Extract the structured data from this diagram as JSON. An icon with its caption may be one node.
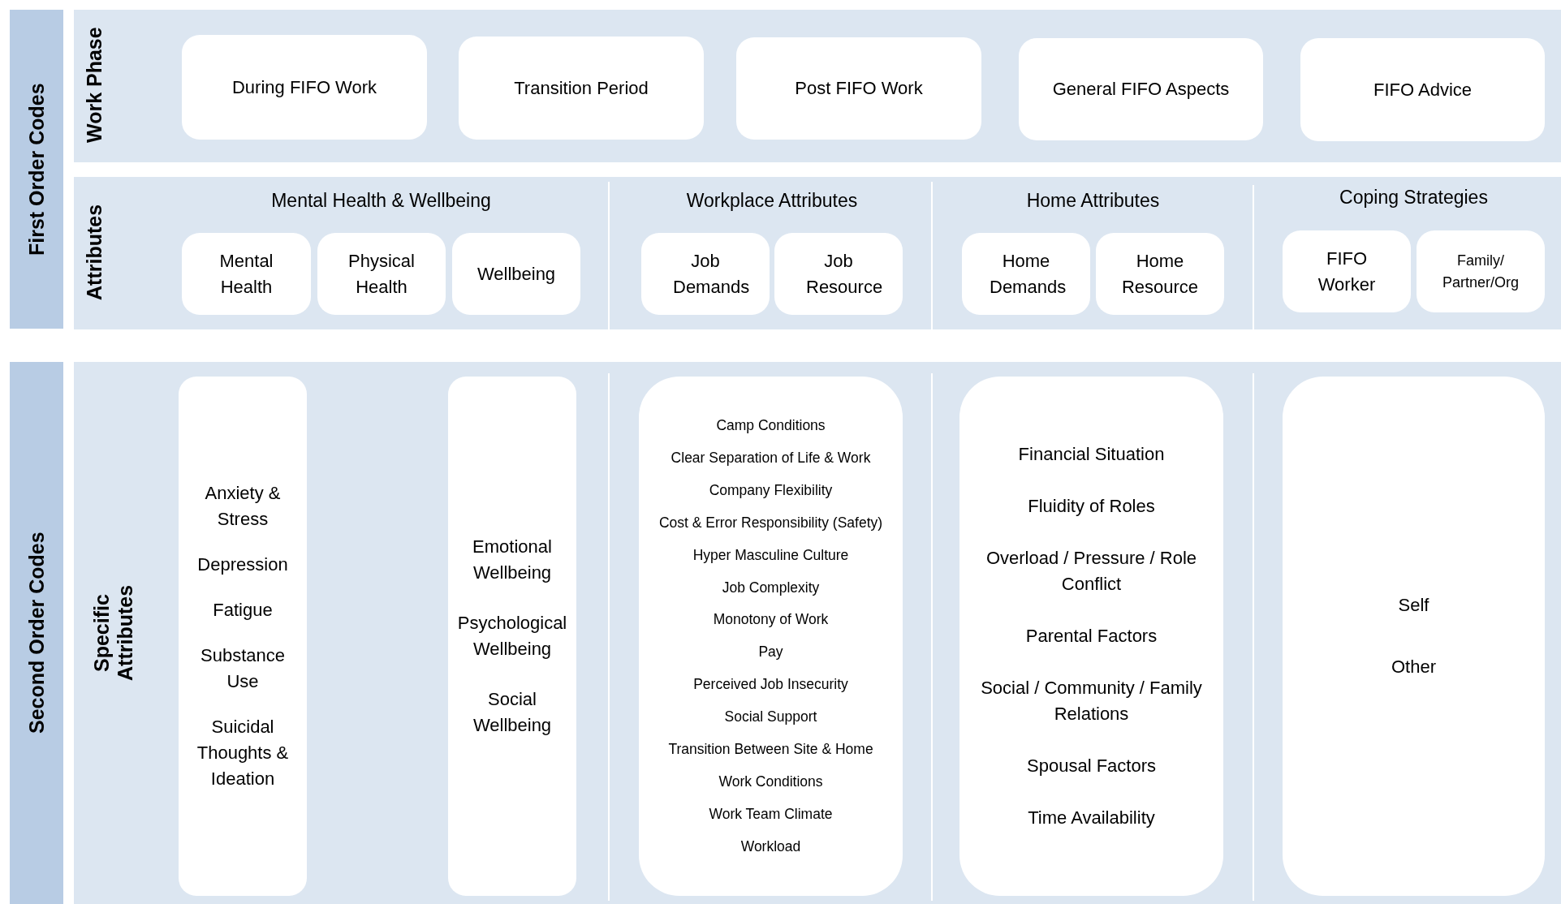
{
  "diagram": {
    "nodes": [
      {
        "text": [
          "First Order Codes"
        ]
      },
      {
        "text": [
          "Work Phase"
        ]
      },
      {
        "text": [
          "During FIFO Work"
        ],
        "in": 1
      },
      {
        "text": [
          "Transition Period"
        ],
        "in": 1
      },
      {
        "text": [
          "Post FIFO Work"
        ],
        "in": 1
      },
      {
        "text": [
          "General FIFO Aspects"
        ],
        "in": 1
      },
      {
        "text": [
          "FIFO Advice"
        ],
        "in": 1
      },
      {
        "text": [
          "Attributes"
        ]
      },
      {
        "text": [
          "Mental Health & Wellbeing"
        ],
        "in": 7
      },
      {
        "text": [
          "Mental Health"
        ],
        "in": 8
      },
      {
        "text": [
          "Physical Health"
        ],
        "in": 8
      },
      {
        "text": [
          "Wellbeing"
        ],
        "in": 8
      },
      {
        "text": [
          "Workplace Attributes"
        ],
        "in": 7
      },
      {
        "text": [
          "Job Demands"
        ],
        "in": 12
      },
      {
        "text": [
          "Job Resource"
        ],
        "in": 12
      },
      {
        "text": [
          "Home Attributes"
        ],
        "in": 7
      },
      {
        "text": [
          "Home Demands"
        ],
        "in": 15
      },
      {
        "text": [
          "Home Resource"
        ],
        "in": 15
      },
      {
        "text": [
          "Coping Strategies"
        ],
        "in": 7
      },
      {
        "text": [
          "FIFO Worker"
        ],
        "in": 18
      },
      {
        "text": [
          "Family/ Partner/Org"
        ],
        "in": 18
      },
      {
        "text": [
          "Second Order Codes"
        ]
      },
      {
        "text": [
          "Specific Attributes"
        ]
      },
      {
        "text": [
          "Anxiety & Stress",
          "Depression",
          "Fatigue",
          "Substance Use",
          "Suicidal Thoughts & Ideation"
        ],
        "in": 22
      },
      {
        "text": [
          "Emotional Wellbeing",
          "Psychological Wellbeing",
          "Social Wellbeing"
        ],
        "in": 22
      },
      {
        "text": [
          "Camp Conditions",
          "Clear Separation of Life & Work",
          "Company Flexibility",
          "Cost & Error Responsibility (Safety)",
          "Hyper Masculine Culture",
          "Job Complexity",
          "Monotony of Work",
          "Pay",
          "Perceived Job Insecurity",
          "Social Support",
          "Transition Between Site & Home",
          "Work Conditions",
          "Work Team Climate",
          "Workload"
        ],
        "in": 22
      },
      {
        "text": [
          "Financial Situation",
          "Fluidity of Roles",
          "Overload / Pressure / Role Conflict",
          "Parental Factors",
          "Social / Community / Family Relations",
          "Spousal Factors",
          "Time Availability"
        ],
        "in": 22
      },
      {
        "text": [
          "Self",
          "Other"
        ],
        "in": 22
      }
    ],
    "edges": []
  }
}
